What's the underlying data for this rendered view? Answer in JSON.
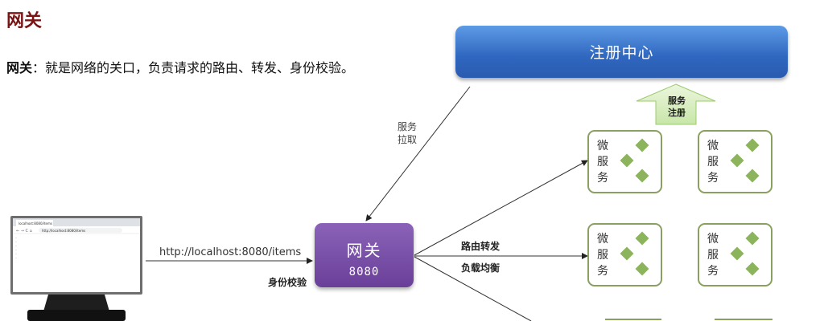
{
  "heading": "网关",
  "description": {
    "term": "网关",
    "text": "：就是网络的关口，负责请求的路由、转发、身份校验。"
  },
  "registry": {
    "label": "注册中心"
  },
  "service_register": {
    "line1": "服务",
    "line2": "注册"
  },
  "service_pull": {
    "line1": "服务",
    "line2": "拉取"
  },
  "gateway": {
    "name": "网关",
    "port": "8080"
  },
  "edges": {
    "url": "http://localhost:8080/items",
    "auth": "身份校验",
    "routing": "路由转发",
    "load_balance": "负载均衡"
  },
  "microservice_label": [
    "微",
    "服",
    "务"
  ],
  "browser": {
    "tab_title": "localhost:8080/items",
    "address": "http://localhost:8080/items"
  },
  "colors": {
    "registry": "#3a74cc",
    "gateway": "#7b4fab",
    "microservice_border": "#8aa060",
    "diamond": "#8cb45c",
    "heading": "#7a1414"
  }
}
